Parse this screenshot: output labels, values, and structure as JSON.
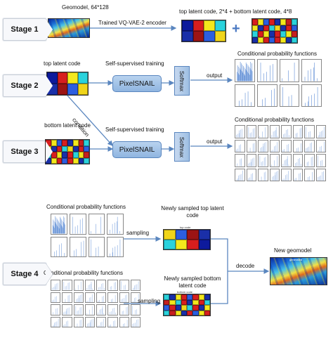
{
  "stages": {
    "s1": "Stage 1",
    "s2": "Stage 2",
    "s3": "Stage 3",
    "s4": "Stage 4"
  },
  "stage1": {
    "geomodel_label": "Geomodel, 64*128",
    "encoder_label": "Trained VQ-VAE-2 encoder",
    "codes_label": "top latent code, 2*4  +  bottom latent code, 4*8",
    "plus": "+"
  },
  "stage2": {
    "top_code_label": "top latent code",
    "training_label": "Self-supervised training",
    "model_label": "PixelSNAIL",
    "softmax_label": "Softmax",
    "output_label": "output",
    "cpf_label": "Conditional probability functions",
    "condition_label": "condition"
  },
  "stage3": {
    "bottom_code_label": "bottom latent code",
    "training_label": "Self-supervised training",
    "model_label": "PixelSNAIL",
    "softmax_label": "Softmax",
    "output_label": "output",
    "cpf_label": "Conditional probability functions"
  },
  "stage4": {
    "cpf_top_label": "Conditional probability functions",
    "sampled_top_label": "Newly sampled top latent code",
    "sampling_top_label": "sampling",
    "cpf_bottom_label": "Conditional probability functions",
    "sampled_bottom_label": "Newly sampled bottom latent code",
    "sampling_bottom_label": "sampling",
    "decode_label": "decode",
    "new_geomodel_label": "New geomodel",
    "top_tag": "top code",
    "bottom_tag": "bottom code",
    "geo_tag": "generated"
  },
  "colors": {
    "arrow": "#5a86bf",
    "top_code_cells": [
      "#0d1a9c",
      "#d81e1e",
      "#f3e81c",
      "#2ad2dc",
      "#1a2fa8",
      "#9c1414",
      "#2c5ee0",
      "#f0d51a"
    ],
    "bottom_code_cells": [
      "#d81e1e",
      "#f3e81c",
      "#2a5ee0",
      "#d81e1e",
      "#1a2fa8",
      "#f3e81c",
      "#c61f1f",
      "#2ad2dc",
      "#f3e81c",
      "#1a2fa8",
      "#d81e1e",
      "#2ad2dc",
      "#f0d51a",
      "#1a2fa8",
      "#d81e1e",
      "#2c5ee0",
      "#2ad2dc",
      "#d81e1e",
      "#f3e81c",
      "#1a2fa8",
      "#d81e1e",
      "#2ad2dc",
      "#f3e81c",
      "#c61f1f",
      "#1a2fa8",
      "#f3e81c",
      "#d81e1e",
      "#2c5ee0",
      "#d81e1e",
      "#f3e81c",
      "#1a2fa8",
      "#2ad2dc"
    ]
  }
}
